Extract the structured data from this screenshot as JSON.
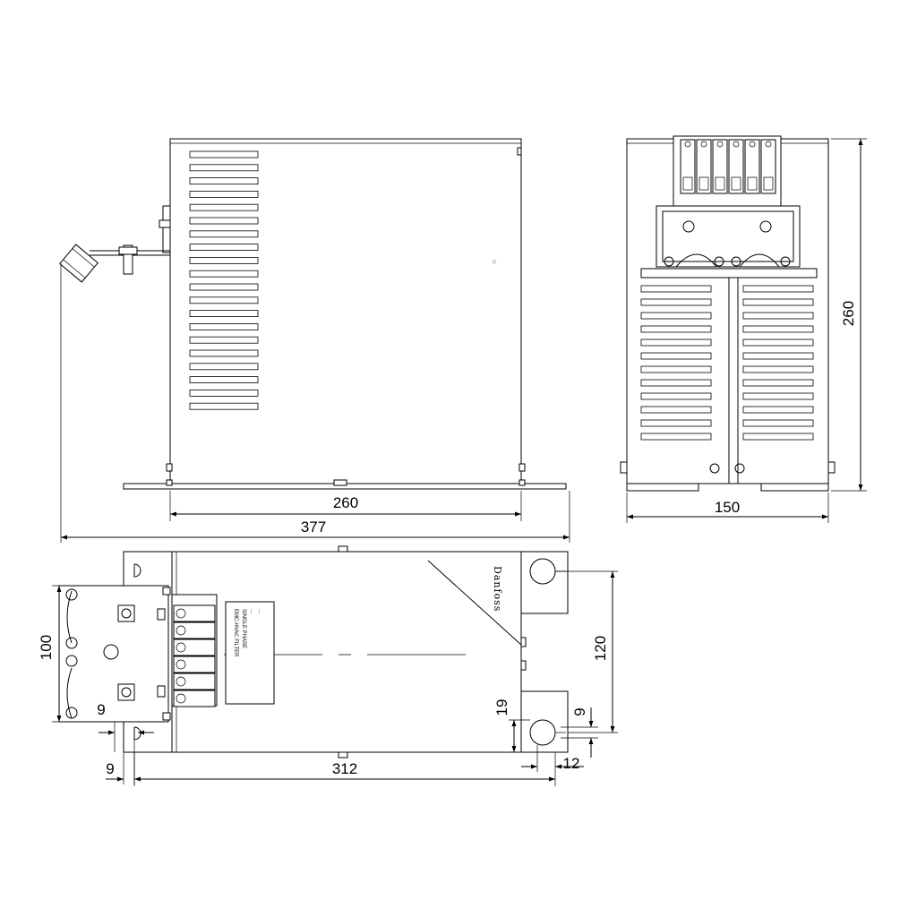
{
  "dimensions": {
    "side_width": "260",
    "overall_length": "377",
    "front_width": "150",
    "height": "260",
    "depth": "100",
    "slot_spacing": "120",
    "hole_pitch": "312",
    "slot_width_right": "9",
    "slot_width_left": "9",
    "slot_width_bottom": "9",
    "slot_length": "19",
    "edge_offset": "12"
  },
  "label": {
    "brand": "Danfoss",
    "lines": [
      "EMC-HVAC FILTER",
      "SINGLE PHASE",
      "...",
      "..."
    ]
  }
}
